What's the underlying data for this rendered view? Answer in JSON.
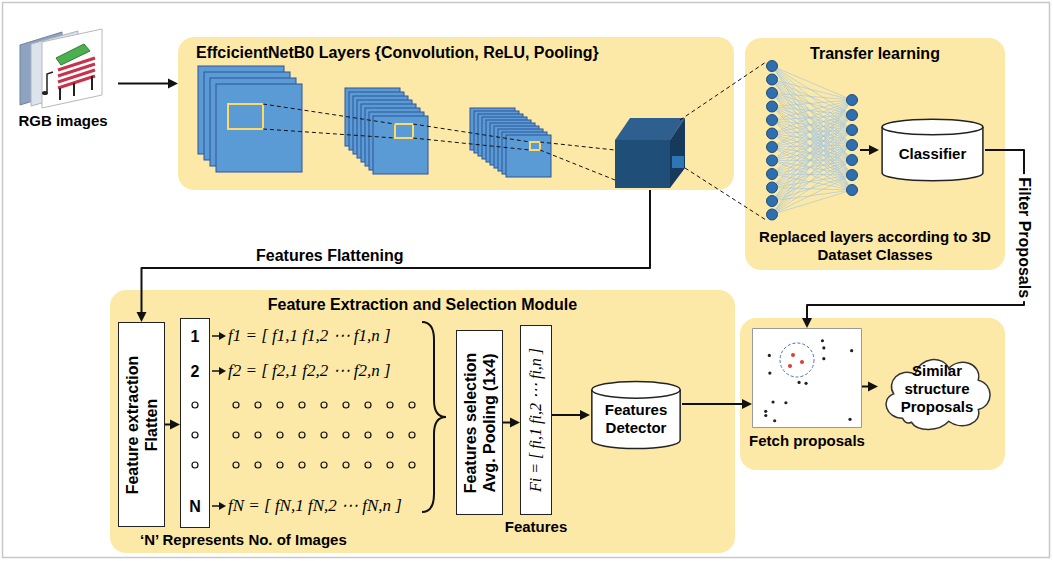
{
  "diagram": {
    "nodes": [
      {
        "text": [
          "RGB images"
        ]
      },
      {
        "text": [
          "EffcicientNetB0 Layers {Convolution, ReLU, Pooling}"
        ]
      },
      {
        "text": [
          "Transfer learning",
          "Replaced layers according to 3D Dataset Classes"
        ]
      },
      {
        "text": [
          "Classifier"
        ],
        "in": 2
      },
      {
        "text": [
          "Feature Extraction and Selection Module",
          "f1 = [ f1,1  f1,2  ⋯  f1,n ]",
          "f2 = [ f2,1  f2,2  ⋯  f2,n ]",
          "fN = [ fN,1  fN,2  ⋯  fN,n ]",
          "‘N’ Represents No. of Images"
        ]
      },
      {
        "text": [
          "Feature extraction Flatten"
        ],
        "in": 4
      },
      {
        "text": [
          "1",
          "2",
          "N"
        ],
        "in": 4
      },
      {
        "text": [
          "Features selection Avg. Pooling (1x4)"
        ],
        "in": 4
      },
      {
        "text": [
          "Fi = [ fi,1  fi,2  ⋯  fi,n ]",
          "Features"
        ],
        "in": 4
      },
      {
        "text": [
          "Features Detector"
        ],
        "in": 4
      },
      {
        "text": [
          "Fetch proposals"
        ]
      },
      {
        "text": [
          "Similar structure Proposals"
        ]
      }
    ],
    "edges": [
      {
        "from": 0,
        "to": 1,
        "arrow": "to"
      },
      {
        "from": 1,
        "to": 5,
        "label": "Features Flattening",
        "arrow": "to"
      },
      {
        "from": 3,
        "to": 10,
        "label": "Filter Proposals",
        "arrow": "to"
      },
      {
        "from": 5,
        "to": 6,
        "arrow": "to"
      },
      {
        "from": 7,
        "to": 8,
        "arrow": "to"
      },
      {
        "from": 8,
        "to": 9,
        "arrow": "to"
      },
      {
        "from": 9,
        "to": 10,
        "arrow": "to"
      },
      {
        "from": 10,
        "to": 11,
        "arrow": "to"
      }
    ]
  }
}
